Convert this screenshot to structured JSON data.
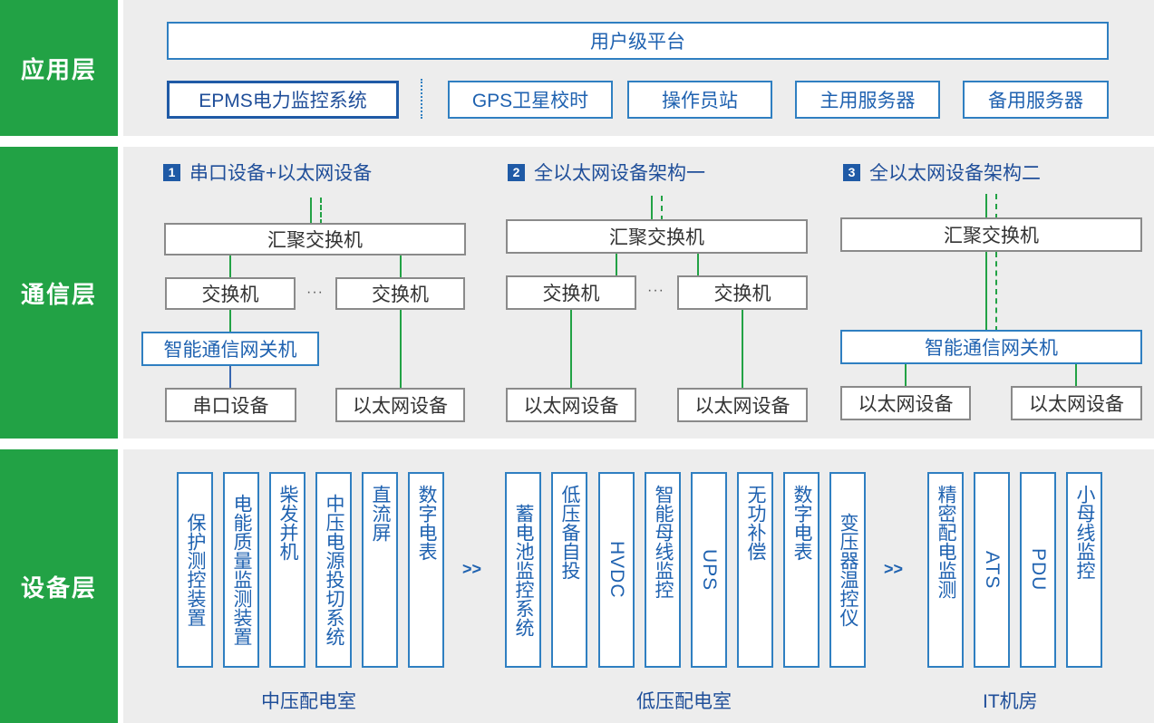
{
  "layers": {
    "application": "应用层",
    "communication": "通信层",
    "equipment": "设备层"
  },
  "app": {
    "user_platform": "用户级平台",
    "epms": "EPMS电力监控系统",
    "gps": "GPS卫星校时",
    "operator": "操作员站",
    "main_server": "主用服务器",
    "backup_server": "备用服务器"
  },
  "comm": {
    "arch1": {
      "num": "1",
      "title": "串口设备+以太网设备",
      "agg": "汇聚交换机",
      "sw1": "交换机",
      "dots": "···",
      "sw2": "交换机",
      "gateway": "智能通信网关机",
      "serial": "串口设备",
      "eth": "以太网设备"
    },
    "arch2": {
      "num": "2",
      "title": "全以太网设备架构一",
      "agg": "汇聚交换机",
      "sw1": "交换机",
      "dots": "···",
      "sw2": "交换机",
      "eth1": "以太网设备",
      "eth2": "以太网设备"
    },
    "arch3": {
      "num": "3",
      "title": "全以太网设备架构二",
      "agg": "汇聚交换机",
      "gateway": "智能通信网关机",
      "eth1": "以太网设备",
      "eth2": "以太网设备"
    }
  },
  "devices": {
    "mv": [
      "保护测控装置",
      "电能质量监测装置",
      "柴发并机",
      "中压电源投切系统",
      "直流屏",
      "数字电表"
    ],
    "lv": [
      "蓄电池监控系统",
      "低压备自投",
      "HVDC",
      "智能母线监控",
      "UPS",
      "无功补偿",
      "数字电表",
      "变压器温控仪"
    ],
    "it": [
      "精密配电监测",
      "ATS",
      "PDU",
      "小母线监控"
    ],
    "arrow": ">>",
    "rooms": {
      "mv": "中压配电室",
      "lv": "低压配电室",
      "it": "IT机房"
    }
  },
  "colors": {
    "green": "#22a245",
    "blue": "#2f7fc1",
    "panel": "#ededed"
  }
}
